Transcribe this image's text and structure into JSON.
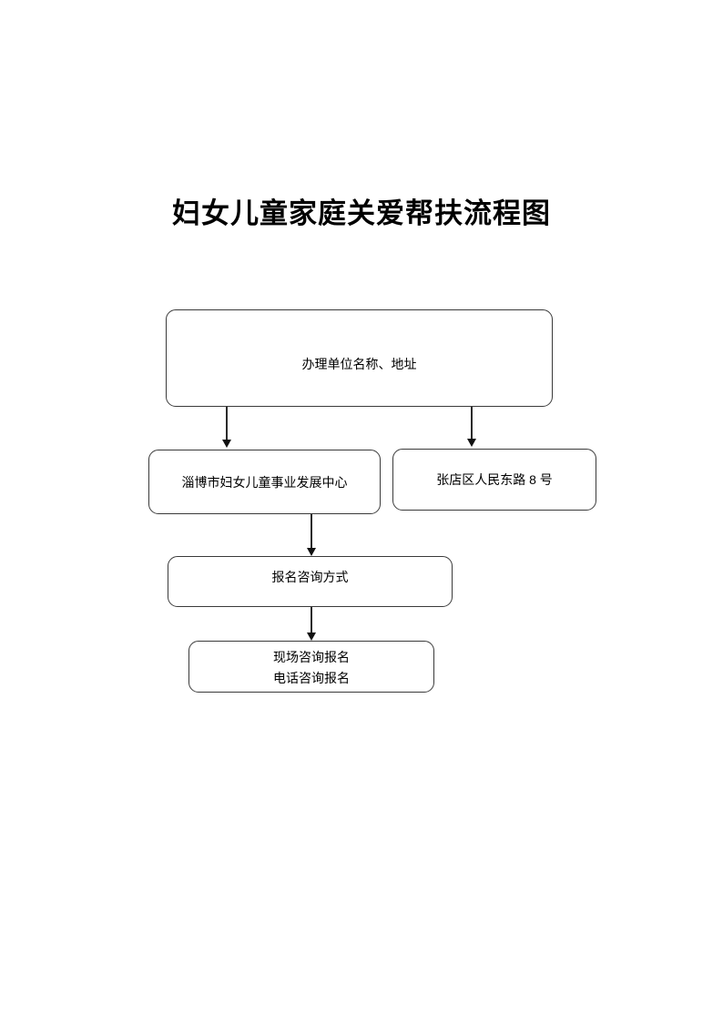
{
  "document": {
    "title": "妇女儿童家庭关爱帮扶流程图",
    "page_background": "#ffffff",
    "ink_color": "#000000",
    "node_border_color": "#3a3a3a"
  },
  "flowchart": {
    "type": "flowchart",
    "orientation": "top-to-bottom",
    "nodes": [
      {
        "id": "unit",
        "label": "办理单位名称、地址",
        "shape": "rounded-rectangle"
      },
      {
        "id": "org",
        "label": "淄博市妇女儿童事业发展中心",
        "shape": "rounded-rectangle"
      },
      {
        "id": "address",
        "label": "张店区人民东路 8 号",
        "shape": "rounded-rectangle"
      },
      {
        "id": "channel",
        "label": "报名咨询方式",
        "shape": "rounded-rectangle"
      },
      {
        "id": "methods",
        "label": "现场咨询报名\n电话咨询报名",
        "shape": "rounded-rectangle"
      }
    ],
    "edges": [
      {
        "id": "unit-org",
        "from": "unit",
        "to": "org",
        "style": "solid-arrow"
      },
      {
        "id": "unit-address",
        "from": "unit",
        "to": "address",
        "style": "solid-arrow"
      },
      {
        "id": "org-channel",
        "from": "org",
        "to": "channel",
        "style": "solid-arrow"
      },
      {
        "id": "channel-methods",
        "from": "channel",
        "to": "methods",
        "style": "solid-arrow"
      }
    ]
  }
}
